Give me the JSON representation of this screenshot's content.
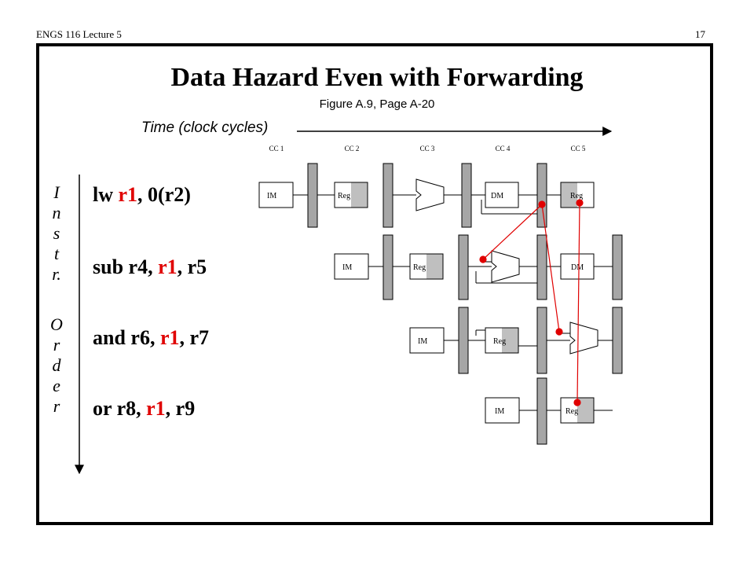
{
  "header": {
    "course": "ENGS 116  Lecture 5",
    "page": "17"
  },
  "title": "Data Hazard Even with Forwarding",
  "subtitle": "Figure A.9, Page A-20",
  "time_label": "Time (clock cycles)",
  "cycles": [
    "CC 1",
    "CC 2",
    "CC 3",
    "CC 4",
    "CC 5"
  ],
  "order_letters": [
    "I",
    "n",
    "s",
    "t",
    "r.",
    "O",
    "r",
    "d",
    "e",
    "r"
  ],
  "instructions": [
    {
      "pre": "lw ",
      "reg": "r1",
      "post": ", 0(r2)"
    },
    {
      "pre": "sub r4, ",
      "reg": "r1",
      "post": ", r5"
    },
    {
      "pre": "and r6, ",
      "reg": "r1",
      "post": ", r7"
    },
    {
      "pre": "or r8, ",
      "reg": "r1",
      "post": ", r9"
    }
  ],
  "stage_labels": {
    "im": "IM",
    "reg": "Reg",
    "dm": "DM"
  },
  "colors": {
    "highlight": "#e00000",
    "latch": "#a6a6a6",
    "reg_shade": "#bfbfbf"
  }
}
